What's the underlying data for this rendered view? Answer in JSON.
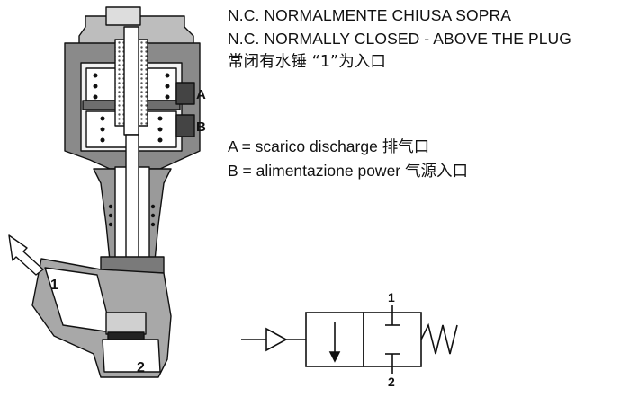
{
  "title": {
    "line1": "N.C. NORMALMENTE CHIUSA SOPRA",
    "line2": "N.C. NORMALLY CLOSED - ABOVE THE PLUG",
    "line3": "常闭有水锤 “1”为入口"
  },
  "legend": {
    "a_prefix": "A = scarico discharge",
    "a_cjk": "排气口",
    "b_prefix": "B = alimentazione power",
    "b_cjk": "气源入口"
  },
  "valve": {
    "port_a": "A",
    "port_b": "B",
    "port_1": "1",
    "port_2": "2"
  },
  "symbol": {
    "port_1": "1",
    "port_2": "2"
  }
}
